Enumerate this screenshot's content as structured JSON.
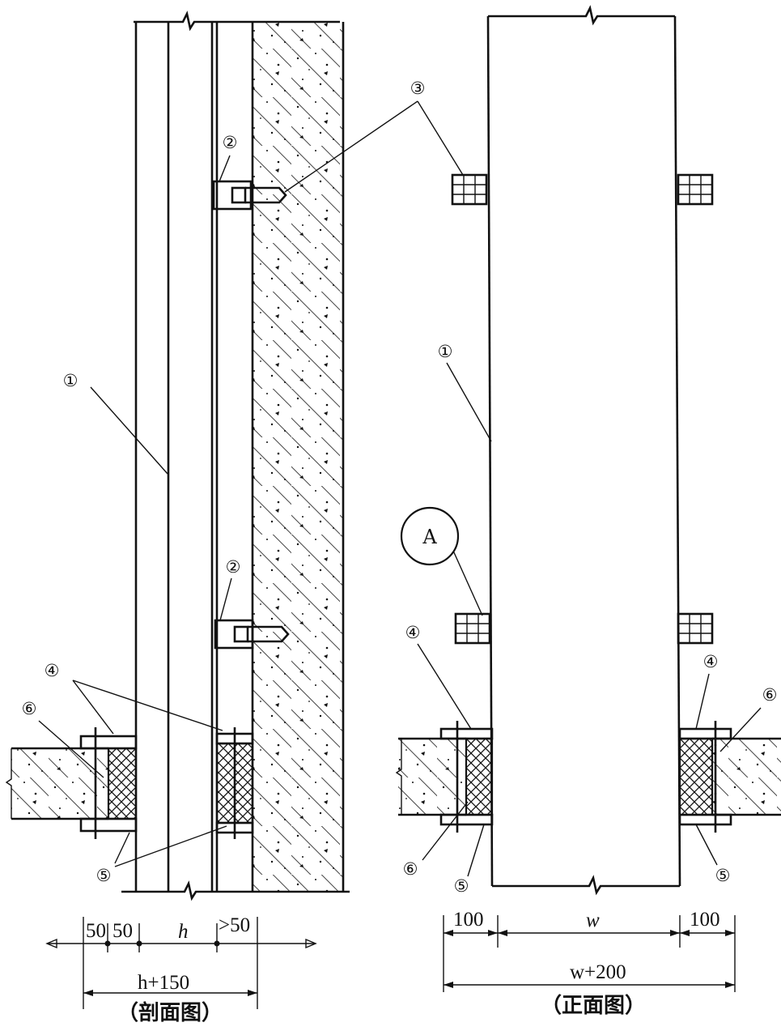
{
  "callouts": {
    "n1": "①",
    "n2": "②",
    "n3": "③",
    "n4": "④",
    "n5": "⑤",
    "n6": "⑥",
    "detail": "A"
  },
  "section_dims": {
    "d50a": "50",
    "d50b": "50",
    "h": "h",
    "gt50": ">50",
    "total": "h+150"
  },
  "front_dims": {
    "left": "100",
    "w": "w",
    "right": "100",
    "total": "w+200"
  },
  "captions": {
    "section": "（剖面图）",
    "front": "（正面图）"
  }
}
